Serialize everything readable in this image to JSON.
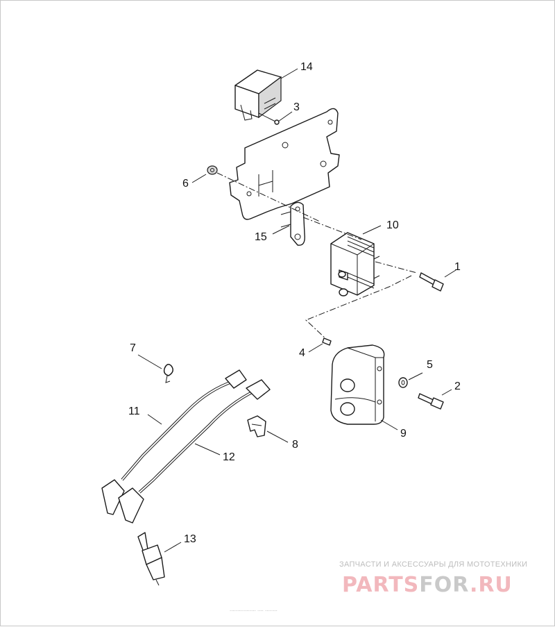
{
  "diagram": {
    "callouts": [
      {
        "id": "c14",
        "label": "14"
      },
      {
        "id": "c3",
        "label": "3"
      },
      {
        "id": "c6",
        "label": "6"
      },
      {
        "id": "c10",
        "label": "10"
      },
      {
        "id": "c15",
        "label": "15"
      },
      {
        "id": "c1",
        "label": "1"
      },
      {
        "id": "c7",
        "label": "7"
      },
      {
        "id": "c4",
        "label": "4"
      },
      {
        "id": "c5",
        "label": "5"
      },
      {
        "id": "c2",
        "label": "2"
      },
      {
        "id": "c11",
        "label": "11"
      },
      {
        "id": "c9",
        "label": "9"
      },
      {
        "id": "c8",
        "label": "8"
      },
      {
        "id": "c12",
        "label": "12"
      },
      {
        "id": "c13",
        "label": "13"
      }
    ]
  },
  "watermark": {
    "tagline": "ЗАПЧАСТИ И АКСЕССУАРЫ ДЛЯ МОТОТЕХНИКИ",
    "brand_part1": "PARTS",
    "brand_part2": "FOR",
    "brand_part3": ".RU",
    "brand_color": "#f2b8bd"
  },
  "footer": {
    "reference": "................. .... ........"
  }
}
